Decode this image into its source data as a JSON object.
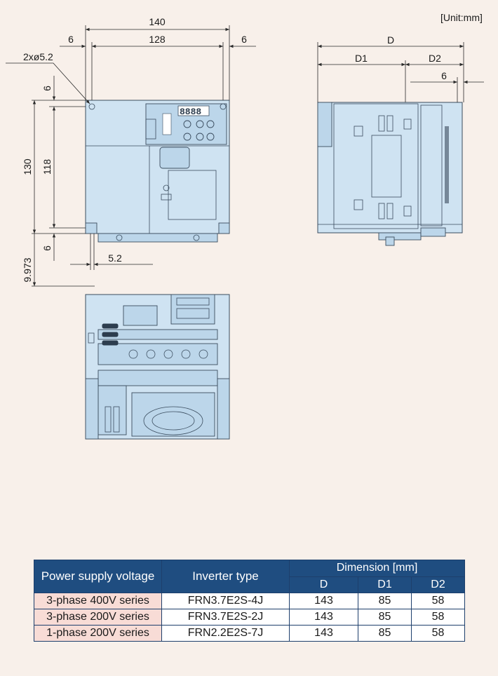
{
  "unit_label": "[Unit:mm]",
  "front_view": {
    "dims": {
      "overall_width": "140",
      "hole_pitch_width": "128",
      "left_margin": "6",
      "right_margin": "6",
      "holes": "2xø5.2",
      "top_margin": "6",
      "overall_height": "130",
      "hole_pitch_height": "118",
      "bottom_margin": "6",
      "slot_offset": "9.973",
      "slot_width": "5.2"
    }
  },
  "side_view": {
    "dims": {
      "depth": "D",
      "depth1": "D1",
      "depth2": "D2",
      "offset": "6"
    }
  },
  "table": {
    "headers": {
      "voltage": "Power supply voltage",
      "type": "Inverter type",
      "dimension": "Dimension [mm]",
      "d": "D",
      "d1": "D1",
      "d2": "D2"
    },
    "rows": [
      {
        "voltage": "3-phase 400V series",
        "type": "FRN3.7E2S-4J",
        "d": "143",
        "d1": "85",
        "d2": "58"
      },
      {
        "voltage": "3-phase 200V series",
        "type": "FRN3.7E2S-2J",
        "d": "143",
        "d1": "85",
        "d2": "58"
      },
      {
        "voltage": "1-phase 200V series",
        "type": "FRN2.2E2S-7J",
        "d": "143",
        "d1": "85",
        "d2": "58"
      }
    ]
  },
  "colors": {
    "body": "#cfe3f2",
    "header_blue": "#1f4d80",
    "voltage_cell": "#f8dcd6"
  }
}
